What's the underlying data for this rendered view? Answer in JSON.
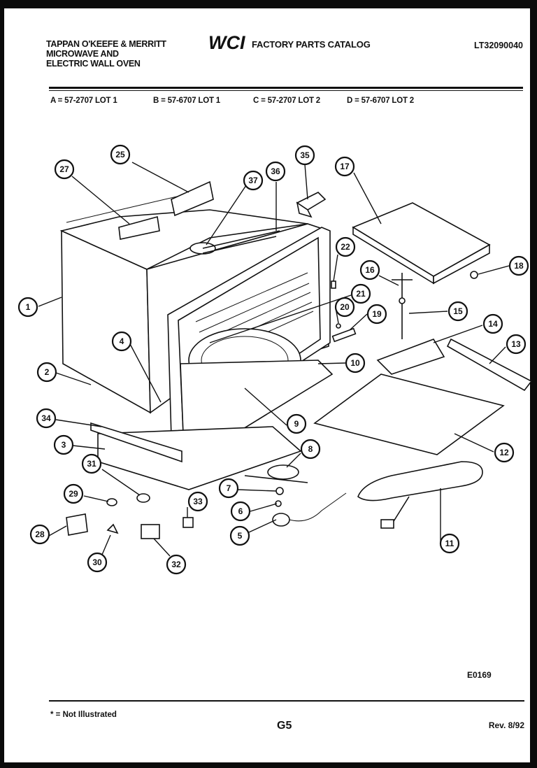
{
  "header": {
    "company_line1": "TAPPAN O'KEEFE & MERRITT",
    "company_line2": "MICROWAVE AND",
    "company_line3": "ELECTRIC WALL OVEN",
    "logo_text": "WCI",
    "catalog_title": "FACTORY PARTS CATALOG",
    "catalog_number": "LT32090040"
  },
  "models": [
    "A = 57-2707 LOT 1",
    "B = 57-6707 LOT 1",
    "C = 57-2707 LOT 2",
    "D = 57-6707 LOT 2"
  ],
  "callouts": [
    "1",
    "2",
    "3",
    "4",
    "5",
    "6",
    "7",
    "8",
    "9",
    "10",
    "11",
    "12",
    "13",
    "14",
    "15",
    "16",
    "18",
    "17",
    "19",
    "20",
    "21",
    "22",
    "25",
    "27",
    "28",
    "29",
    "30",
    "31",
    "32",
    "33",
    "34",
    "35",
    "36",
    "37"
  ],
  "footer": {
    "drawing_code": "E0169",
    "note": "* = Not Illustrated",
    "page": "G5",
    "revision": "Rev. 8/92"
  }
}
